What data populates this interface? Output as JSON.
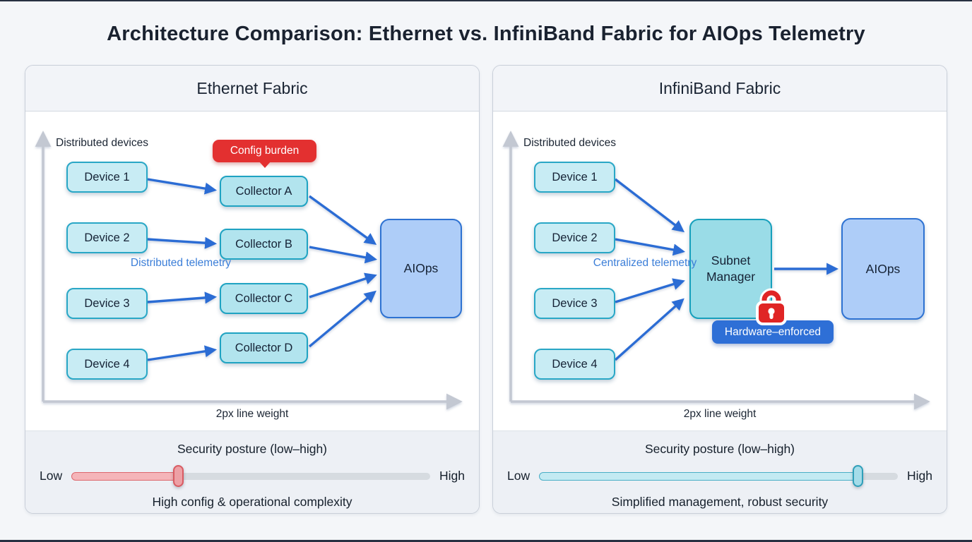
{
  "page_title": "Architecture Comparison: Ethernet vs. InfiniBand Fabric for AIOps Telemetry",
  "panels": {
    "left": {
      "title": "Ethernet Fabric",
      "y_axis_label": "Distributed devices",
      "x_axis_label": "2px line weight",
      "devices": [
        "Device 1",
        "Device 2",
        "Device 3",
        "Device 4"
      ],
      "collectors": [
        "Collector A",
        "Collector B",
        "Collector C",
        "Collector D"
      ],
      "hub_label": "AIOps",
      "callout_label": "Config burden",
      "flow_label": "Distributed telemetry",
      "slider": {
        "title": "Security posture (low–high)",
        "min_label": "Low",
        "max_label": "High",
        "value_percent": 30,
        "fill_color": "#f5b5b9",
        "accent_color": "#d95b62",
        "caption": "High config & operational complexity"
      }
    },
    "right": {
      "title": "InfiniBand Fabric",
      "y_axis_label": "Distributed devices",
      "x_axis_label": "2px line weight",
      "devices": [
        "Device 1",
        "Device 2",
        "Device 3",
        "Device 4"
      ],
      "manager_label": "Subnet Manager",
      "hub_label": "AIOps",
      "badge_label": "Hardware–enforced",
      "lock_icon": "lock-icon",
      "flow_label": "Centralized telemetry",
      "slider": {
        "title": "Security posture (low–high)",
        "min_label": "Low",
        "max_label": "High",
        "value_percent": 89,
        "fill_color": "#c3eaf2",
        "accent_color": "#2f9fb9",
        "caption": "Simplified management, robust security"
      }
    }
  },
  "colors": {
    "arrow_blue": "#2b6cd4",
    "axis_gray": "#c3c8d2",
    "device_fill": "#c8ecf4",
    "teal_border": "#23a6c5",
    "hub_fill": "#aecdf8",
    "hub_border": "#2e72d2",
    "callout_red": "#e33030",
    "badge_blue": "#2e6fd6",
    "flow_label_blue": "#3b7ed8",
    "lock_red": "#e02525"
  }
}
